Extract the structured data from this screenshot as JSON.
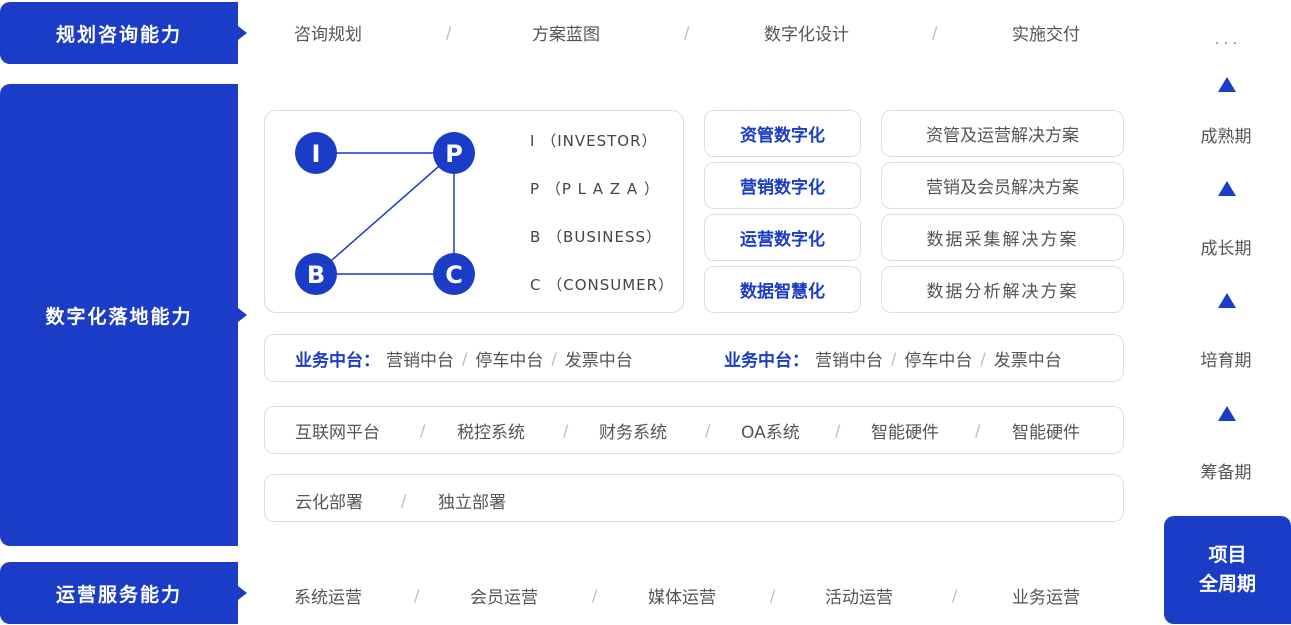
{
  "rows": {
    "planning": {
      "title": "规划咨询能力",
      "items": [
        "咨询规划",
        "方案蓝图",
        "数字化设计",
        "实施交付"
      ]
    },
    "digital": {
      "title": "数字化落地能力"
    },
    "operations": {
      "title": "运营服务能力",
      "items": [
        "系统运营",
        "会员运营",
        "媒体运营",
        "活动运营",
        "业务运营"
      ]
    }
  },
  "ipbc": {
    "nodes": [
      "I",
      "P",
      "B",
      "C"
    ],
    "labels": [
      "I （INVESTOR）",
      "P （P L A Z A ）",
      "B （BUSINESS）",
      "C （CONSUMER）"
    ]
  },
  "digitization": [
    {
      "name": "资管数字化",
      "solution": "资管及运营解决方案"
    },
    {
      "name": "营销数字化",
      "solution": "营销及会员解决方案"
    },
    {
      "name": "运营数字化",
      "solution": "数据采集解决方案"
    },
    {
      "name": "数据智慧化",
      "solution": "数据分析解决方案"
    }
  ],
  "middle_platform": {
    "left": {
      "label": "业务中台：",
      "items": [
        "营销中台",
        "停车中台",
        "发票中台"
      ]
    },
    "right": {
      "label": "业务中台：",
      "items": [
        "营销中台",
        "停车中台",
        "发票中台"
      ]
    }
  },
  "systems": [
    "互联网平台",
    "税控系统",
    "财务系统",
    "OA系统",
    "智能硬件",
    "智能硬件"
  ],
  "deployment": [
    "云化部署",
    "独立部署"
  ],
  "separator": "/",
  "lifecycle": {
    "ellipsis": "· · ·",
    "phases": [
      "成熟期",
      "成长期",
      "培育期",
      "筹备期"
    ],
    "badge_line1": "项目",
    "badge_line2": "全周期"
  },
  "colors": {
    "brand_blue": "#1a3cc6",
    "text_grey": "#555555",
    "border": "#dedede"
  }
}
